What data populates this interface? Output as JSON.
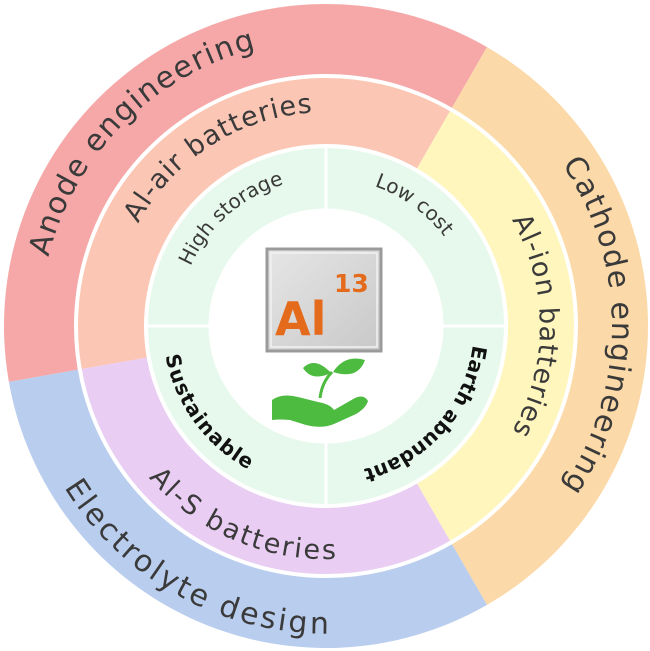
{
  "outer_ring": [
    {
      "label": "Anode engineering",
      "color": "#f6a8a8"
    },
    {
      "label": "Cathode engineering",
      "color": "#fbd9a8"
    },
    {
      "label": "Electrolyte design",
      "color": "#b9cdee"
    }
  ],
  "middle_ring": [
    {
      "label": "Al-air batteries",
      "color": "#fbc6b4"
    },
    {
      "label": "Al-ion batteries",
      "color": "#fff6be"
    },
    {
      "label": "Al-S batteries",
      "color": "#e9cdf3"
    }
  ],
  "inner_ring": [
    {
      "label": "High storage",
      "color": "#e7f9ec"
    },
    {
      "label": "Low cost",
      "color": "#e7f9ec"
    },
    {
      "label": "Earth abundant",
      "color": "#e7f9ec"
    },
    {
      "label": "Sustainable",
      "color": "#e7f9ec"
    }
  ],
  "center": {
    "symbol": "Al",
    "atomic_number": "13",
    "symbol_color": "#e46a1c",
    "plant_icon": "plant-in-hand-icon",
    "plant_color": "#4cbb3f"
  }
}
